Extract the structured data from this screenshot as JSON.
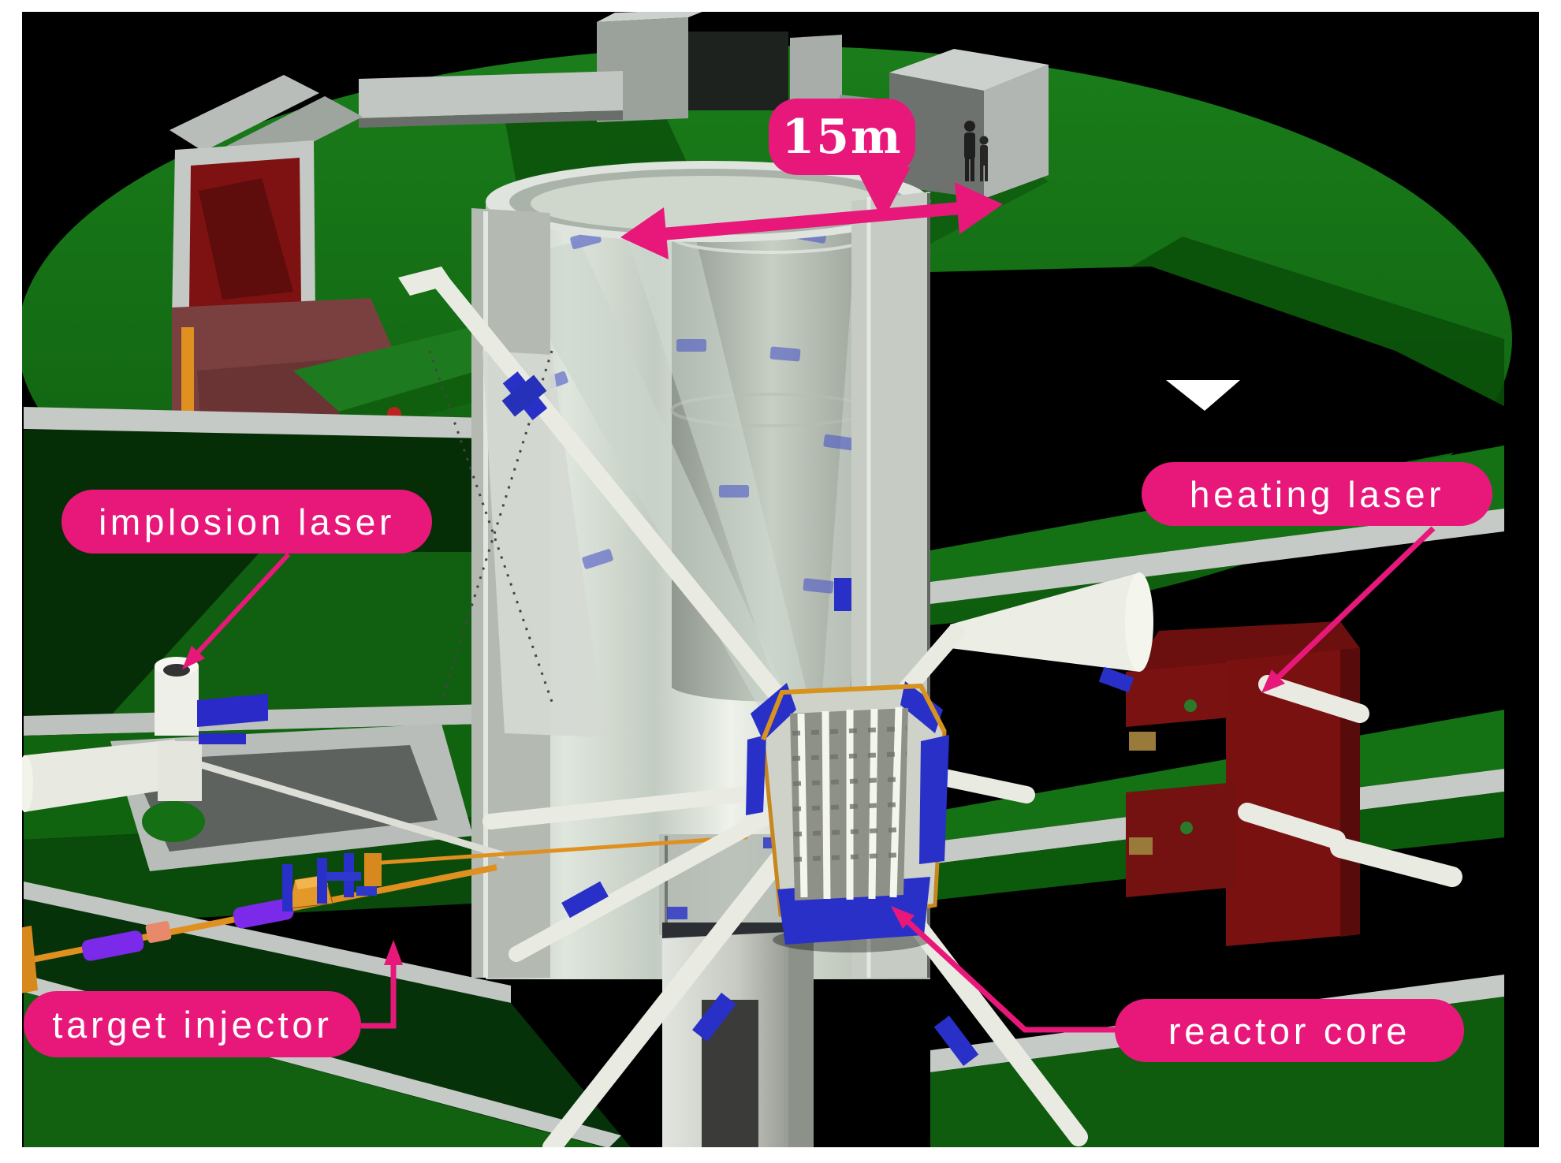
{
  "palette": {
    "callout_pink": "#e8187b",
    "text_white": "#ffffff",
    "background_black": "#000000",
    "frame_white": "#ffffff",
    "platform_green": "#136d13",
    "platform_green_dark": "#0a4f0a",
    "concrete_gray": "#c2c6c2",
    "chamber_glass_gray": "#dfe4de",
    "laser_housing_maroon": "#7a1111",
    "clamp_blue": "#2830c8",
    "injector_beam_orange": "#e09020",
    "injector_segment_purple": "#7a2ae8",
    "beam_tube_white": "#e9ebe2"
  },
  "callouts": {
    "dimension": {
      "text": "15m"
    },
    "implosion_laser": {
      "text": "implosion laser"
    },
    "heating_laser": {
      "text": "heating laser"
    },
    "target_injector": {
      "text": "target injector"
    },
    "reactor_core": {
      "text": "reactor core"
    }
  },
  "markers": {
    "advance_triangle": {
      "icon": "triangle-down-icon",
      "color": "#ffffff"
    },
    "scale_figures": {
      "icon": "scale-person-icon"
    }
  }
}
